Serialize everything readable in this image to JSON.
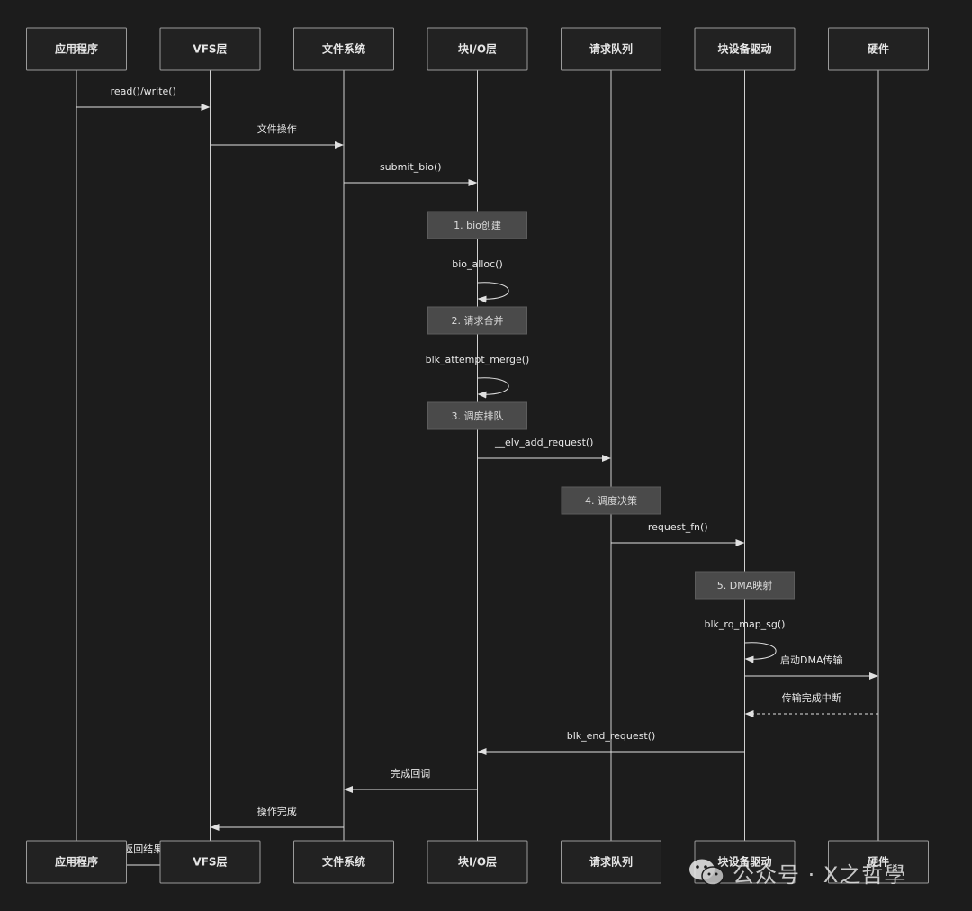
{
  "actors": [
    {
      "id": "app",
      "label": "应用程序"
    },
    {
      "id": "vfs",
      "label": "VFS层"
    },
    {
      "id": "fs",
      "label": "文件系统"
    },
    {
      "id": "blk",
      "label": "块I/O层"
    },
    {
      "id": "queue",
      "label": "请求队列"
    },
    {
      "id": "drv",
      "label": "块设备驱动"
    },
    {
      "id": "hw",
      "label": "硬件"
    }
  ],
  "steps": [
    {
      "kind": "msg",
      "from": "app",
      "to": "vfs",
      "label": "read()/write()"
    },
    {
      "kind": "msg",
      "from": "vfs",
      "to": "fs",
      "label": "文件操作"
    },
    {
      "kind": "msg",
      "from": "fs",
      "to": "blk",
      "label": "submit_bio()"
    },
    {
      "kind": "note",
      "over": "blk",
      "label": "1. bio创建"
    },
    {
      "kind": "self",
      "on": "blk",
      "label": "bio_alloc()"
    },
    {
      "kind": "note",
      "over": "blk",
      "label": "2. 请求合并"
    },
    {
      "kind": "self",
      "on": "blk",
      "label": "blk_attempt_merge()"
    },
    {
      "kind": "note",
      "over": "blk",
      "label": "3. 调度排队"
    },
    {
      "kind": "msg",
      "from": "blk",
      "to": "queue",
      "label": "__elv_add_request()"
    },
    {
      "kind": "note",
      "over": "queue",
      "label": "4. 调度决策"
    },
    {
      "kind": "msg",
      "from": "queue",
      "to": "drv",
      "label": "request_fn()"
    },
    {
      "kind": "note",
      "over": "drv",
      "label": "5. DMA映射"
    },
    {
      "kind": "self",
      "on": "drv",
      "label": "blk_rq_map_sg()"
    },
    {
      "kind": "msg",
      "from": "drv",
      "to": "hw",
      "label": "启动DMA传输"
    },
    {
      "kind": "msg",
      "from": "hw",
      "to": "drv",
      "label": "传输完成中断",
      "dashed": true
    },
    {
      "kind": "msg",
      "from": "drv",
      "to": "blk",
      "label": "blk_end_request()"
    },
    {
      "kind": "msg",
      "from": "blk",
      "to": "fs",
      "label": "完成回调"
    },
    {
      "kind": "msg",
      "from": "fs",
      "to": "vfs",
      "label": "操作完成"
    },
    {
      "kind": "msg",
      "from": "vfs",
      "to": "app",
      "label": "返回结果"
    }
  ],
  "watermark": {
    "text": "公众号 · X之哲學",
    "icon": "wechat-icon"
  },
  "colors": {
    "background": "#1c1c1c",
    "actor_fill": "#222222",
    "actor_stroke": "#9a9a9a",
    "line": "#e0e0e0",
    "note_fill": "#4a4a4a",
    "text": "#e6e6e6"
  }
}
